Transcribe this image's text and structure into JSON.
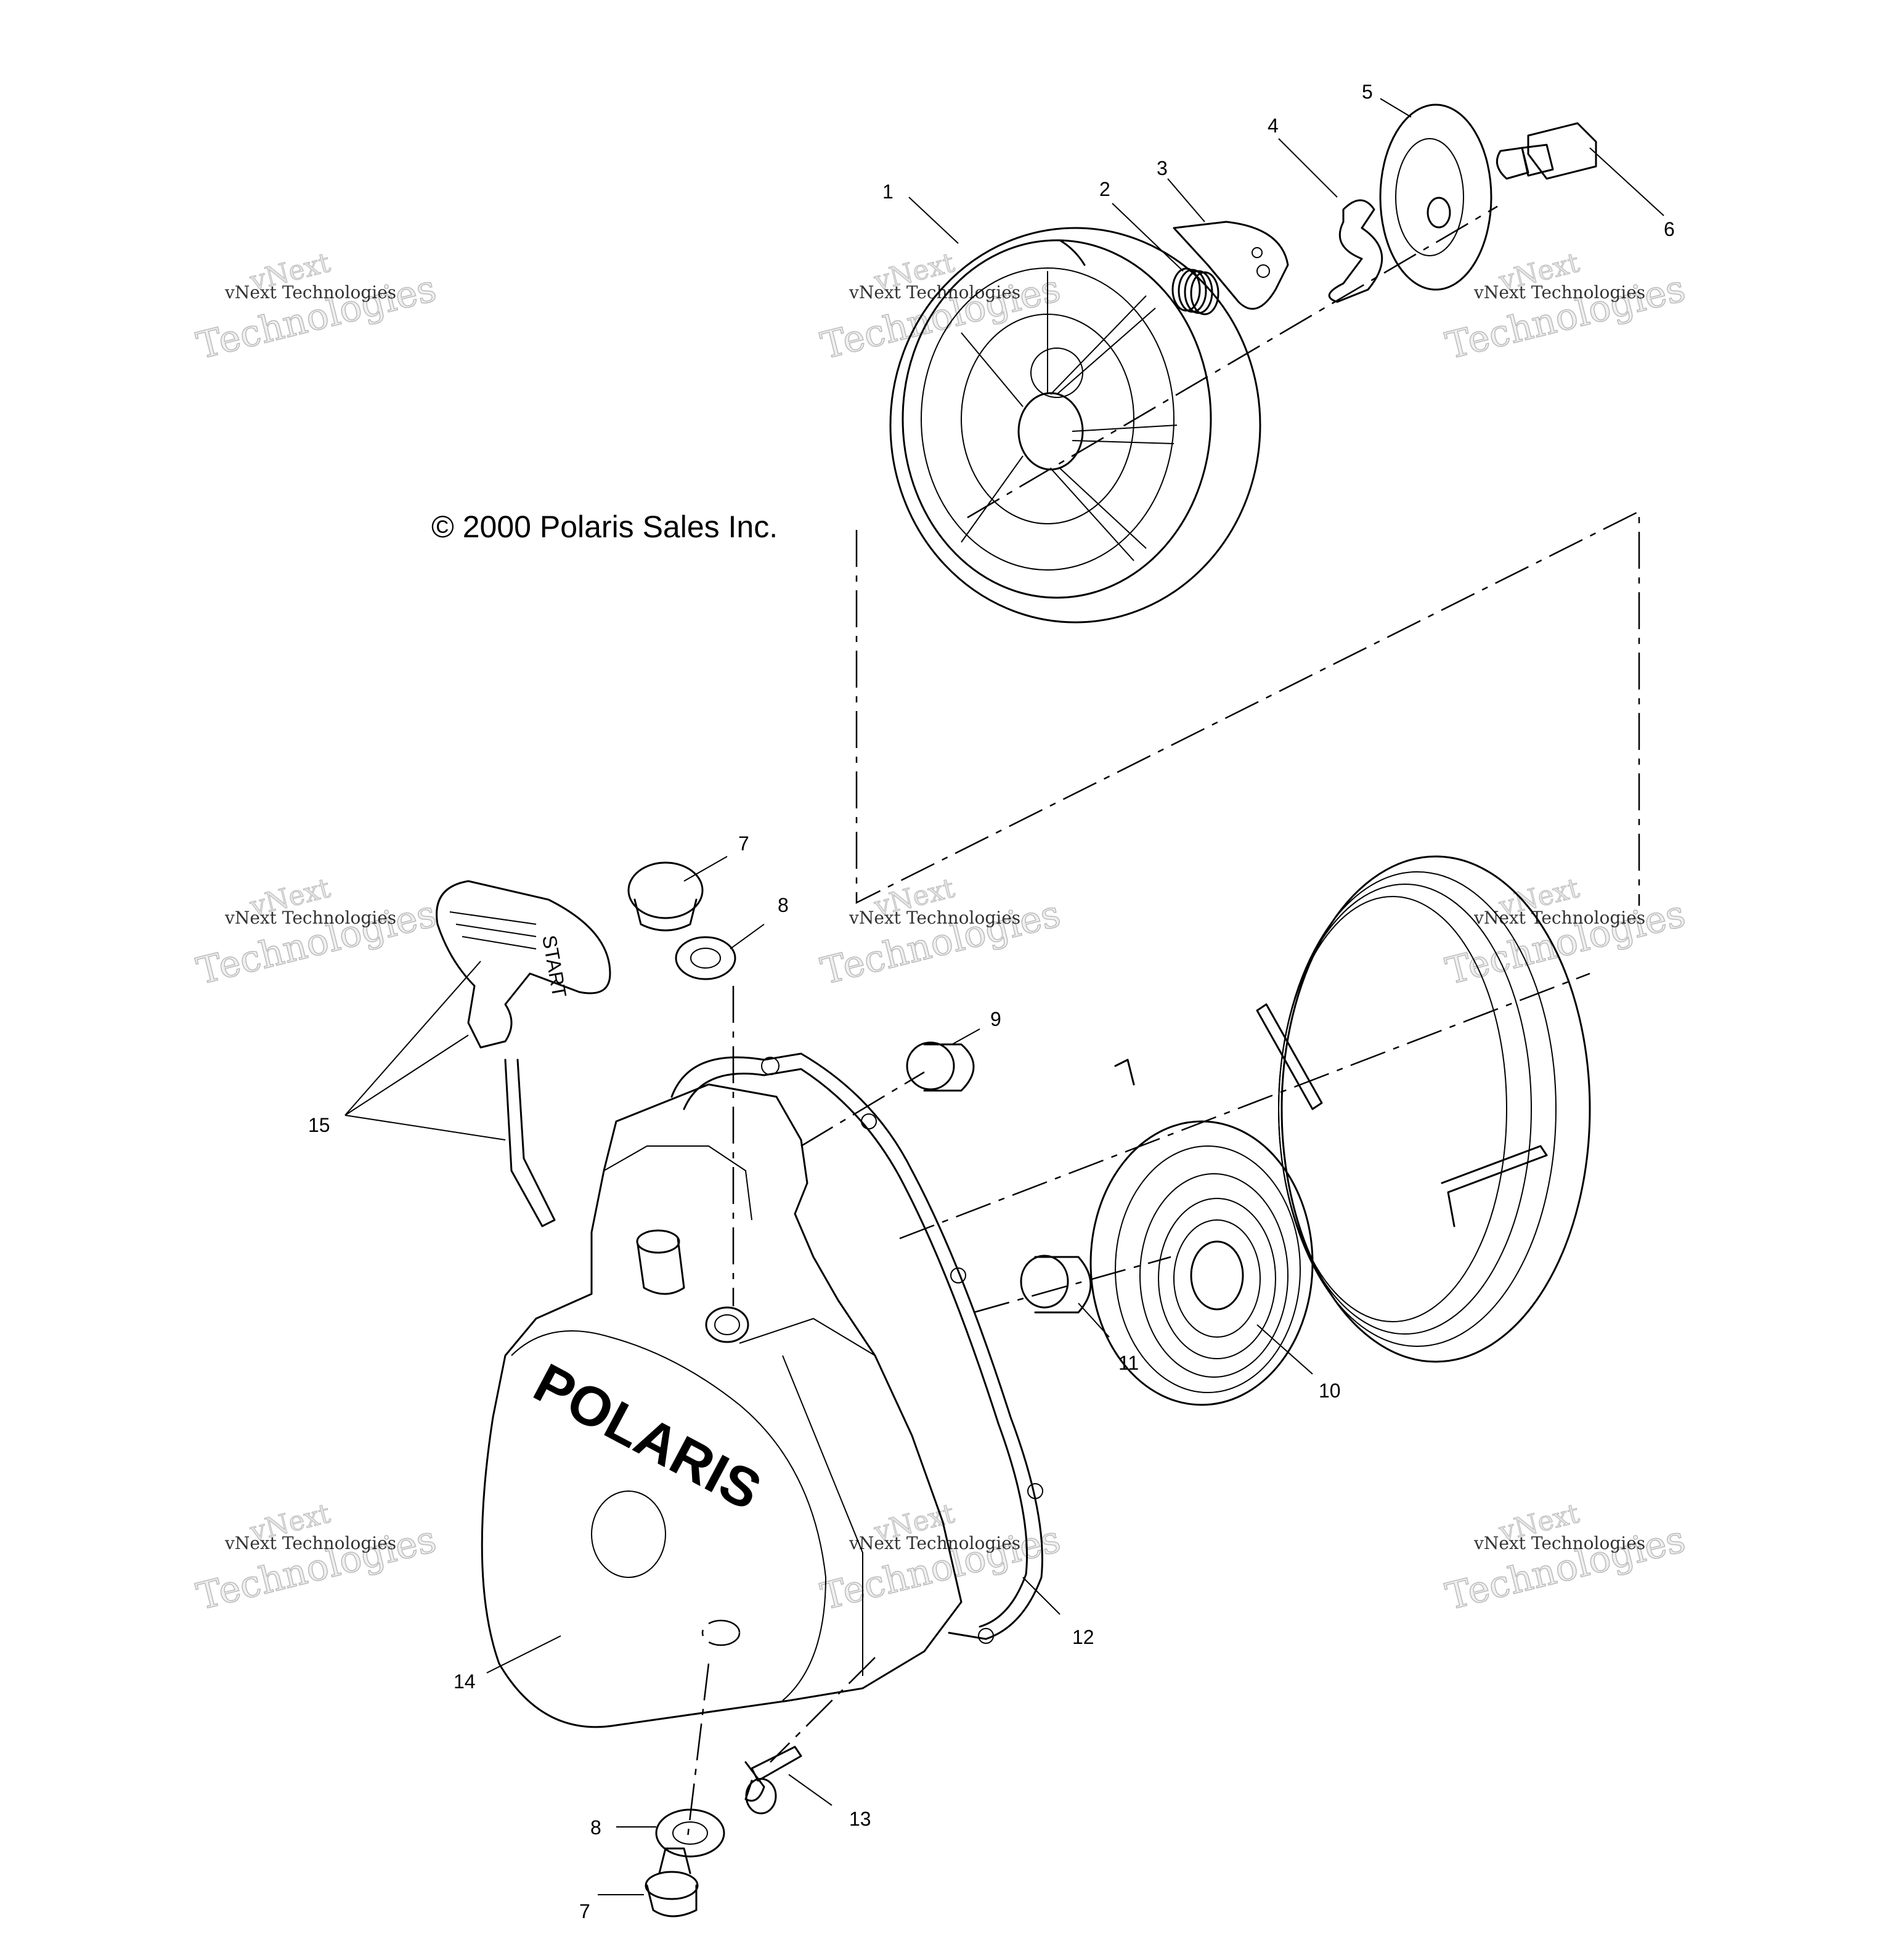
{
  "copyright": "© 2000 Polaris Sales Inc.",
  "watermark": {
    "brand": "vNext",
    "line": "vNext Technologies",
    "big": "Technologies"
  },
  "brand_logo_text": "POLARIS",
  "handle_text": "START",
  "callouts": [
    "1",
    "2",
    "3",
    "4",
    "5",
    "6",
    "7",
    "8",
    "9",
    "10",
    "11",
    "12",
    "13",
    "14",
    "15",
    "7",
    "8"
  ]
}
